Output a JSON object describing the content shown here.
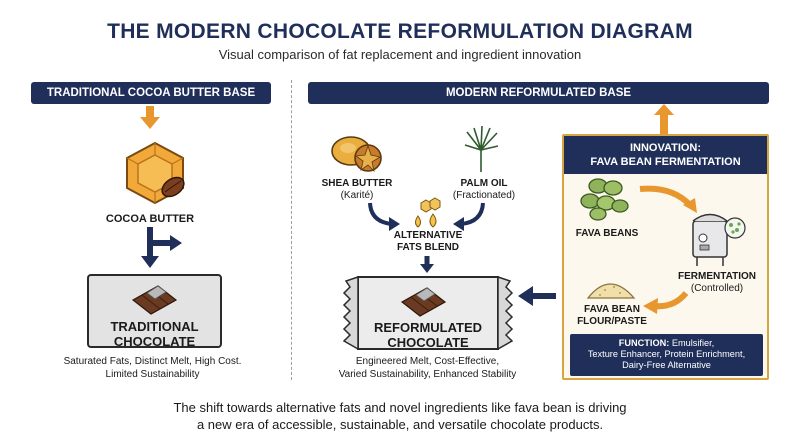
{
  "header": {
    "title": "THE MODERN CHOCOLATE REFORMULATION DIAGRAM",
    "subtitle": "Visual comparison of fat replacement and ingredient innovation"
  },
  "left": {
    "banner": "TRADITIONAL COCOA BUTTER BASE",
    "ingredient_label": "COCOA BUTTER",
    "product_line1": "TRADITIONAL",
    "product_line2": "CHOCOLATE",
    "caption_line1": "Saturated Fats, Distinct Melt, High Cost.",
    "caption_line2": "Limited Sustainability"
  },
  "right": {
    "banner": "MODERN REFORMULATED BASE",
    "shea_label": "SHEA BUTTER",
    "shea_sub": "(Karité)",
    "palm_label": "PALM OIL",
    "palm_sub": "(Fractionated)",
    "blend_line1": "ALTERNATIVE",
    "blend_line2": "FATS BLEND",
    "product_line1": "REFORMULATED",
    "product_line2": "CHOCOLATE",
    "caption_line1": "Engineered Melt, Cost-Effective,",
    "caption_line2": "Varied Sustainability, Enhanced Stability"
  },
  "innovation": {
    "heading_line1": "INNOVATION:",
    "heading_line2": "FAVA BEAN FERMENTATION",
    "fava_label": "FAVA BEANS",
    "ferment_label": "FERMENTATION",
    "ferment_sub": "(Controlled)",
    "flour_line1": "FAVA BEAN",
    "flour_line2": "FLOUR/PASTE",
    "function_title": "FUNCTION:",
    "function_line1": " Emulsifier,",
    "function_line2": "Texture Enhancer, Protein Enrichment,",
    "function_line3": "Dairy-Free Alternative"
  },
  "footer": {
    "line1": "The shift towards alternative fats and novel ingredients like fava bean is driving",
    "line2": "a new era of accessible, sustainable, and versatile chocolate products."
  },
  "colors": {
    "navy": "#1f2f5a",
    "orange": "#e8962e",
    "gold": "#d9a441",
    "chocolate": "#6b3a22"
  },
  "icons": [
    "hexagon-butter-icon",
    "cocoa-pod-icon",
    "shea-nut-icon",
    "palm-leaf-icon",
    "oil-drops-icon",
    "chocolate-bar-icon",
    "fava-beans-icon",
    "fermentation-tank-icon",
    "flour-pile-icon"
  ]
}
